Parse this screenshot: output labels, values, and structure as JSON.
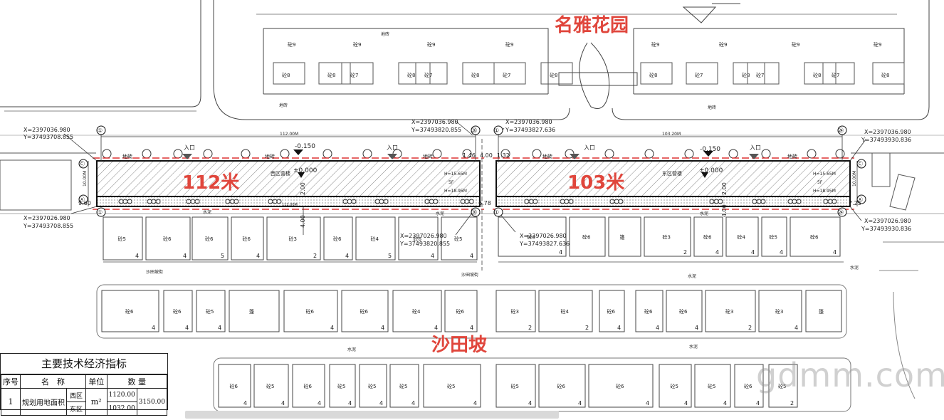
{
  "plan": {
    "neighborhood_top": "名雅花园",
    "neighborhood_bottom": "沙田坡",
    "west_length_label": "112米",
    "east_length_label": "103米",
    "west_block_name": "西区营楼",
    "east_block_name": "东区营楼",
    "elev_top": "-0.150",
    "elev_zero": "±0.000",
    "entrance": "入口",
    "paving": "地砖",
    "cement": "水泥",
    "road": "沙田坡街",
    "dims": {
      "west_top": "112.00M",
      "east_top": "103.20M",
      "west_bottom": "112.00M",
      "gap_left": "4.00",
      "gap_right": "1.32",
      "w_left_gap": "1.46",
      "w_right_gap": "6.78",
      "left_end": "9.60",
      "right_end": "7.25",
      "depth": "10.00M",
      "setback": "2.00",
      "setback2": "4.00"
    },
    "axes": {
      "a1": "①",
      "a26": "㉖",
      "a24": "㉔",
      "aC": "Ⓒ",
      "aA": "Ⓐ"
    },
    "coords": {
      "tl_x": "X=2397036.980",
      "tl_y": "Y=37493708.855",
      "bl_x": "X=2397026.980",
      "bl_y": "Y=37493708.855",
      "tm1_x": "X=2397036.980",
      "tm1_y": "Y=37493820.855",
      "tm2_x": "X=2397036.980",
      "tm2_y": "Y=37493827.636",
      "bm1_x": "X=2397026.980",
      "bm1_y": "Y=37493820.855",
      "bm2_x": "X=2397026.980",
      "bm2_y": "Y=37493827.636",
      "tr_x": "X=2397036.980",
      "tr_y": "Y=37493930.836",
      "br_x": "X=2397026.980",
      "br_y": "Y=37493930.836"
    },
    "heights": {
      "h1": "H=15.65M",
      "h2": "H=18.95M",
      "f5": "5F"
    },
    "bldg": {
      "b3": "砼3",
      "b4": "砼4",
      "b5": "砼5",
      "b6": "砼6",
      "b7": "砼7",
      "b8": "砼8",
      "b9": "砼9",
      "n2": "2",
      "n4": "4",
      "n5": "5",
      "shed": "篷"
    }
  },
  "table": {
    "title": "主要技术经济指标",
    "headers": [
      "序号",
      "名　称",
      "单位",
      "数 量"
    ],
    "row1": {
      "no": "1",
      "name": "规划用地面积",
      "west": "西区",
      "east": "东区",
      "unit": "m²",
      "v_west": "1120.00",
      "v_east": "1032.00",
      "total": "3150.00"
    }
  },
  "watermark": "gdmm.com"
}
